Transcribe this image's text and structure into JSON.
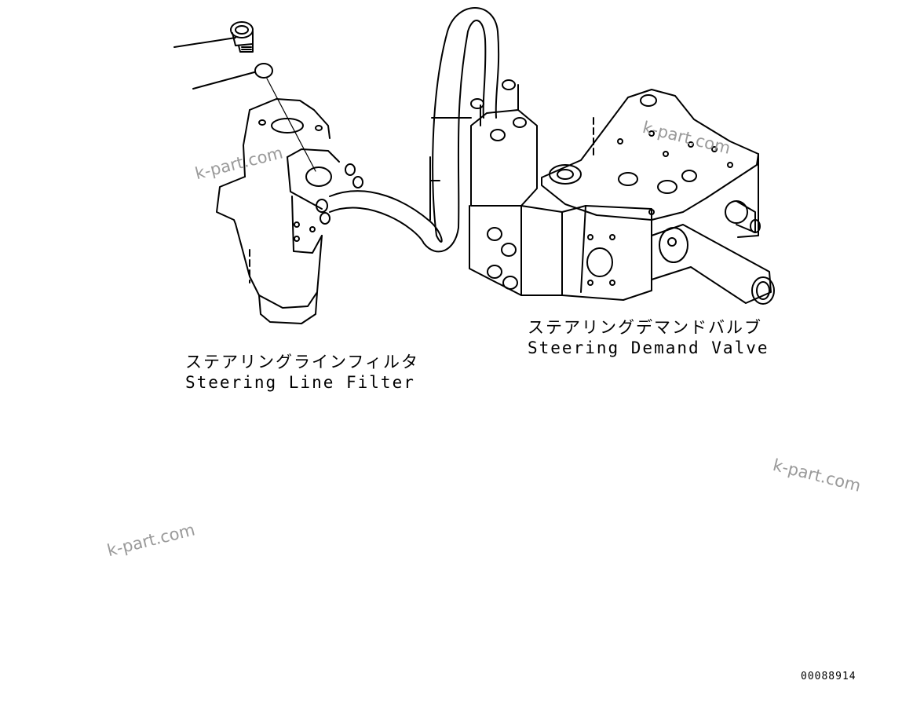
{
  "labels": {
    "filter": {
      "jp": "ステアリングラインフィルタ",
      "en": "Steering Line Filter"
    },
    "valve": {
      "jp": "ステアリングデマンドバルブ",
      "en": "Steering Demand Valve"
    }
  },
  "watermark": "k-part.com",
  "figure_number": "00088914"
}
